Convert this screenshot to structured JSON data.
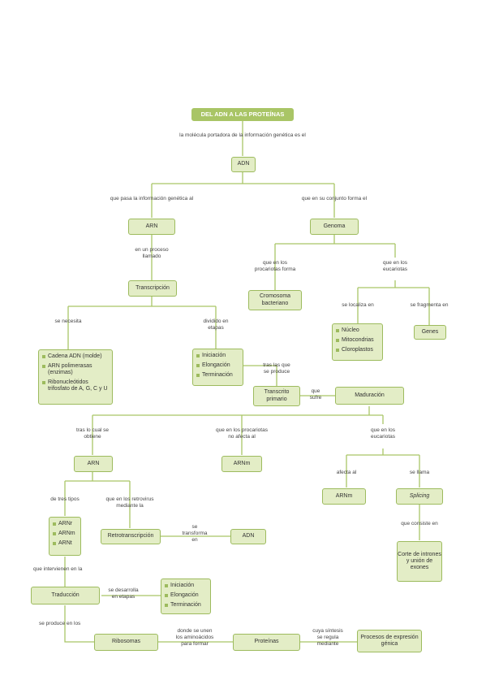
{
  "title": "DEL ADN A LAS PROTEÍNAS",
  "nodes": {
    "adn": "ADN",
    "arn": "ARN",
    "genoma": "Genoma",
    "cromosoma": "Cromosoma bacteriano",
    "transcripcion": "Transcripción",
    "genes": "Genes",
    "necesita": [
      "Cadena ADN (molde)",
      "ARN polimerasas (enzimas)",
      "Ribonucleótidos trifosfato de A, G, C y U"
    ],
    "euca_lista": [
      "Núcleo",
      "Mitocondrias",
      "Cloroplastos"
    ],
    "etapas1": [
      "Iniciación",
      "Elongación",
      "Terminación"
    ],
    "transcrito": "Transcrito primario",
    "maduracion": "Maduración",
    "arn2": "ARN",
    "arnm1": "ARNm",
    "arnm2": "ARNm",
    "splicing": "Splicing",
    "tipos": [
      "ARNr",
      "ARNm",
      "ARNt"
    ],
    "retro": "Retrotranscripción",
    "adn2": "ADN",
    "corte": "Corte de intrones y unión de exones",
    "traduccion": "Traducción",
    "etapas2": [
      "Iniciación",
      "Elongación",
      "Terminación"
    ],
    "ribosomas": "Ribosomas",
    "proteinas": "Proteínas",
    "procesos": "Procesos de expresión génica"
  },
  "labels": {
    "portadora": "la molécula portadora de la información genética es el",
    "pasa": "que pasa la información genética al",
    "conjunto": "que en su conjunto forma el",
    "proceso": "en un proceso\nllamado",
    "procariotas_forma": "que en los\nprocariotas forma",
    "en_eucariotas1": "que en los\neucariotas",
    "se_localiza": "se localiza en",
    "se_fragmenta": "se fragmenta en",
    "se_necesita": "se necesita",
    "dividido": "dividido en\netapas",
    "tras_produce": "tras las que\nse produce",
    "sufre": "que\nsufre",
    "tras_obtiene": "tras lo cual se\nobtiene",
    "no_afecta": "que en los procariotas\nno afecta al",
    "en_eucariotas2": "que en los\neucariotas",
    "afecta_al": "afecta al",
    "se_llama": "se llama",
    "tres_tipos": "de tres tipos",
    "retrovirus": "que en los retrovirus\nmediante la",
    "transforma": "se\ntransforma\nen",
    "consiste": "que consiste en",
    "intervienen": "que intervienen en la",
    "desarrolla": "se desarrolla\nen etapas",
    "produce_en": "se produce en los",
    "unen": "donde se unen\nlos aminoácidos\npara formar",
    "cuya": "cuya síntesis\nse regula\nmediante"
  },
  "colors": {
    "node_fill": "#e3edc6",
    "node_border": "#9dbb5e",
    "title_fill": "#a9c566",
    "line": "#a9c566"
  }
}
